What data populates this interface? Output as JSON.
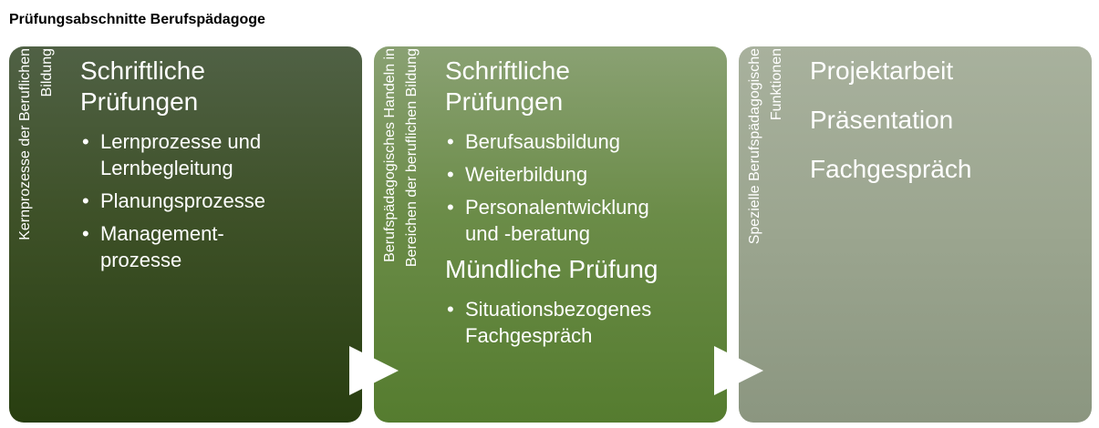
{
  "title": "Prüfungsabschnitte Berufspädagoge",
  "boxes": [
    {
      "side_label": "Kernprozesse der Beruflichen\nBildung",
      "headings": [
        {
          "text": "Schriftliche\nPrüfungen",
          "items": [
            "Lernprozesse und\nLernbegleitung",
            "Planungsprozesse",
            "Management-\nprozesse"
          ]
        }
      ]
    },
    {
      "side_label": "Berufspädagogisches Handeln in\nBereichen der beruflichen Bildung",
      "headings": [
        {
          "text": "Schriftliche\nPrüfungen",
          "items": [
            "Berufsausbildung",
            "Weiterbildung",
            "Personalentwicklung\nund -beratung"
          ]
        },
        {
          "text": "Mündliche Prüfung",
          "items": [
            "Situationsbezogenes\nFachgespräch"
          ]
        }
      ]
    },
    {
      "side_label": "Spezielle Berufspädagogische\nFunktionen",
      "plain_items": [
        "Projektarbeit",
        "Präsentation",
        "Fachgespräch"
      ]
    }
  ],
  "bullet_glyph": "•",
  "colors": {
    "box1": "#3e5128",
    "box2": "#6b8c48",
    "box3": "#9ba58f",
    "text": "#ffffff"
  },
  "icons": {
    "connector": "triangle-arrow-right"
  }
}
